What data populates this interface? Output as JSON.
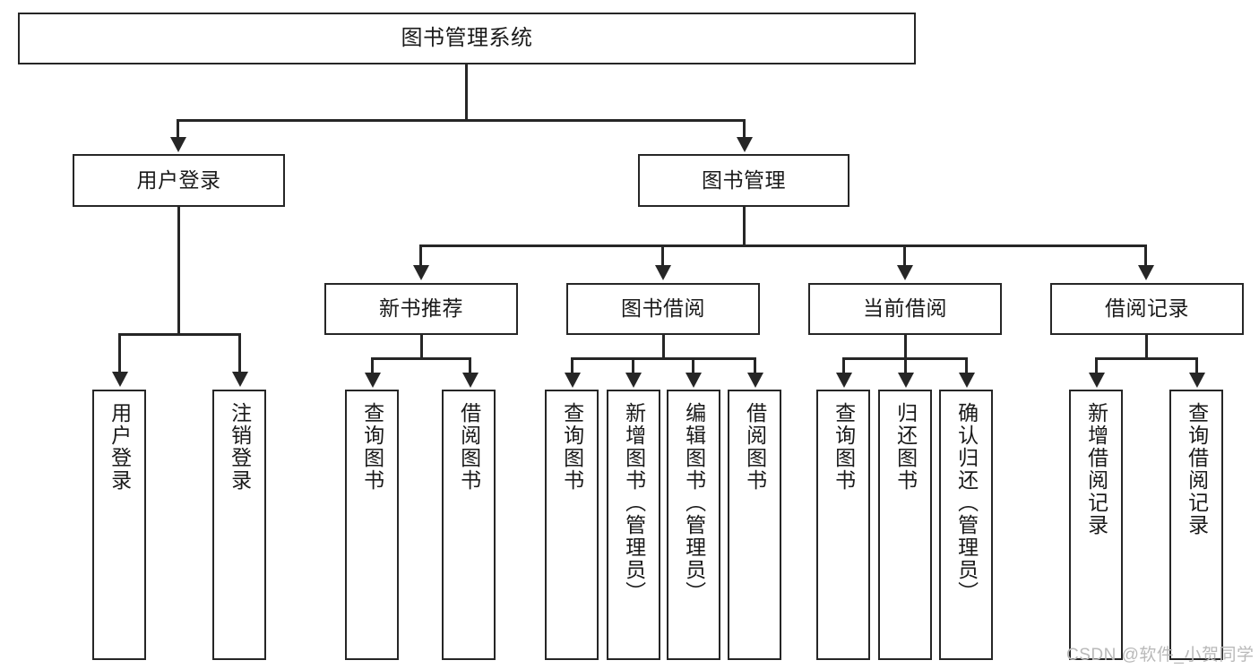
{
  "diagram": {
    "title": "图书管理系统",
    "type": "hierarchy-tree",
    "watermark": "CSDN @软件_小贺同学",
    "colors": {
      "stroke": "#262626",
      "fill": "#ffffff",
      "text": "#1a1a1a",
      "watermark": "#b9b9b9"
    },
    "nodes": {
      "root": {
        "label": "图书管理系统",
        "level": 0
      },
      "l1": [
        {
          "id": "user-login",
          "label": "用户登录"
        },
        {
          "id": "book-manage",
          "label": "图书管理"
        }
      ],
      "l2": [
        {
          "id": "new-book-recommend",
          "label": "新书推荐"
        },
        {
          "id": "book-borrow",
          "label": "图书借阅"
        },
        {
          "id": "current-borrow",
          "label": "当前借阅"
        },
        {
          "id": "borrow-record",
          "label": "借阅记录"
        }
      ],
      "leaves": {
        "user_login": [
          {
            "id": "leaf-user-login",
            "label": "用户登录"
          },
          {
            "id": "leaf-logout-login",
            "label": "注销登录"
          }
        ],
        "new_book_recommend": [
          {
            "id": "leaf-query-book-1",
            "label": "查询图书"
          },
          {
            "id": "leaf-borrow-book-1",
            "label": "借阅图书"
          }
        ],
        "book_borrow": [
          {
            "id": "leaf-query-book-2",
            "label": "查询图书"
          },
          {
            "id": "leaf-add-book",
            "label": "新增图书（管理员）"
          },
          {
            "id": "leaf-edit-book",
            "label": "编辑图书（管理员）"
          },
          {
            "id": "leaf-borrow-book-2",
            "label": "借阅图书"
          }
        ],
        "current_borrow": [
          {
            "id": "leaf-query-book-3",
            "label": "查询图书"
          },
          {
            "id": "leaf-return-book",
            "label": "归还图书"
          },
          {
            "id": "leaf-confirm-return",
            "label": "确认归还（管理员）"
          }
        ],
        "borrow_record": [
          {
            "id": "leaf-add-borrow-record",
            "label": "新增借阅记录"
          },
          {
            "id": "leaf-query-borrow-record",
            "label": "查询借阅记录"
          }
        ]
      }
    }
  }
}
